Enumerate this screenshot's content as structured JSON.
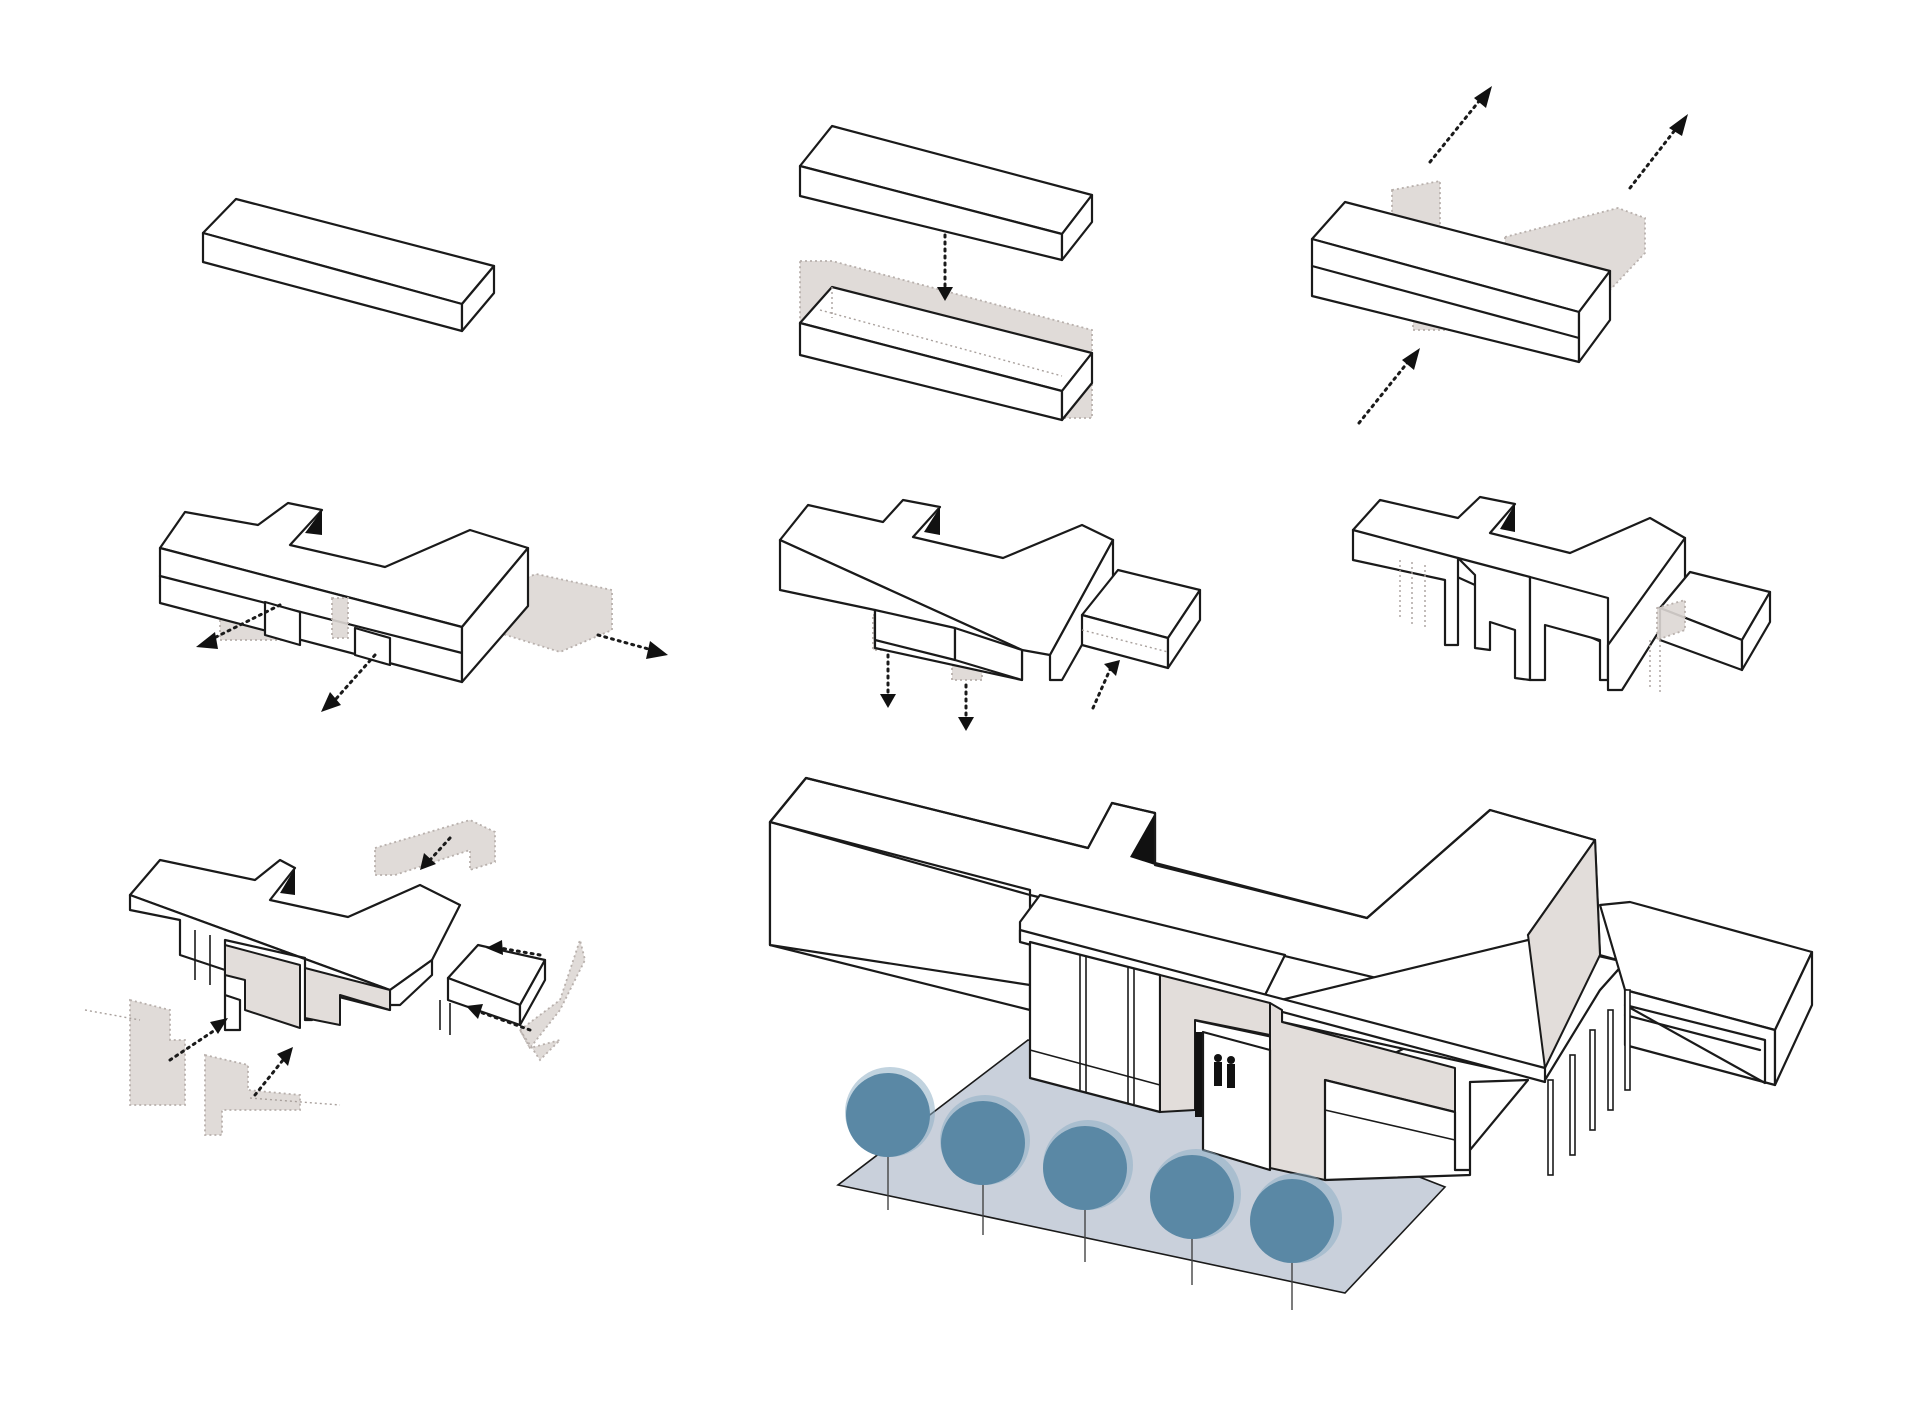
{
  "diagram": {
    "description_none": "",
    "steps": [
      {
        "id": "step-1"
      },
      {
        "id": "step-2"
      },
      {
        "id": "step-3"
      },
      {
        "id": "step-4"
      },
      {
        "id": "step-5"
      },
      {
        "id": "step-6"
      },
      {
        "id": "step-7"
      },
      {
        "id": "final"
      }
    ],
    "colors": {
      "line": "#1a1a1a",
      "ghost_fill": "#ddd7d4",
      "shade_fill": "#e2ddda",
      "plaza_fill": "#c9d0db",
      "tree_fill": "#5a88a5",
      "background": "#ffffff"
    },
    "tree_count": 5
  }
}
